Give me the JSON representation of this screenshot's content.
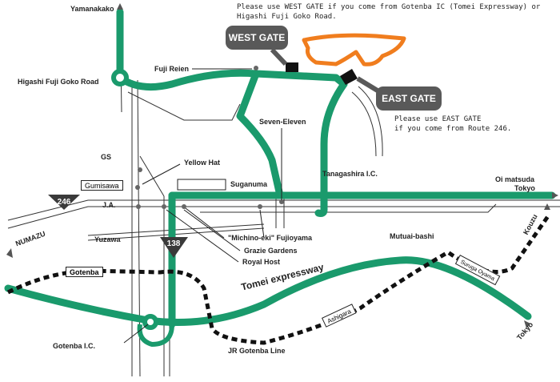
{
  "notes": {
    "west_line1": "Please use WEST GATE if you come from Gotenba IC (Tomei Expressway) or",
    "west_line2": "Higashi Fuji Goko Road.",
    "east_line1": "Please use EAST GATE",
    "east_line2": "if you come from Route 246."
  },
  "gates": {
    "west": "WEST GATE",
    "east": "EAST GATE"
  },
  "labels": {
    "yamanakako": "Yamanakako",
    "higashi_fuji": "Higashi Fuji Goko Road",
    "fuji_reien": "Fuji Reien",
    "seven_eleven": "Seven-Eleven",
    "gs": "GS",
    "yellow_hat": "Yellow Hat",
    "gumisawa": "Gumisawa",
    "suganuma": "Suganuma",
    "tanagashira": "Tanagashira I.C.",
    "oi_matsuda": "Oi matsuda",
    "tokyo_top": "Tokyo",
    "ja": "J.A.",
    "michino_eki": "\"Michino-eki\" Fujioyama",
    "grazie": "Grazie Gardens",
    "royal_host": "Royal Host",
    "mutuai": "Mutuai-bashi",
    "numazu": "NUMAZU",
    "yuzawa": "Yuzawa",
    "gotenba_box": "Gotenba",
    "tomei": "Tomei expressway",
    "gotenba_ic": "Gotenba I.C.",
    "jr_line": "JR Gotenba Line",
    "ashigara": "Ashigara",
    "suruga_oyama": "Suruga Oyama",
    "kouzu": "Kouzu",
    "tokyo_bottom": "Tokyo"
  },
  "route_shields": {
    "r246": "246",
    "r138": "138"
  },
  "colors": {
    "expressway": "#1a9a6c",
    "circuit": "#f07d1e",
    "gate_box": "#595959",
    "rail": "#111111"
  }
}
